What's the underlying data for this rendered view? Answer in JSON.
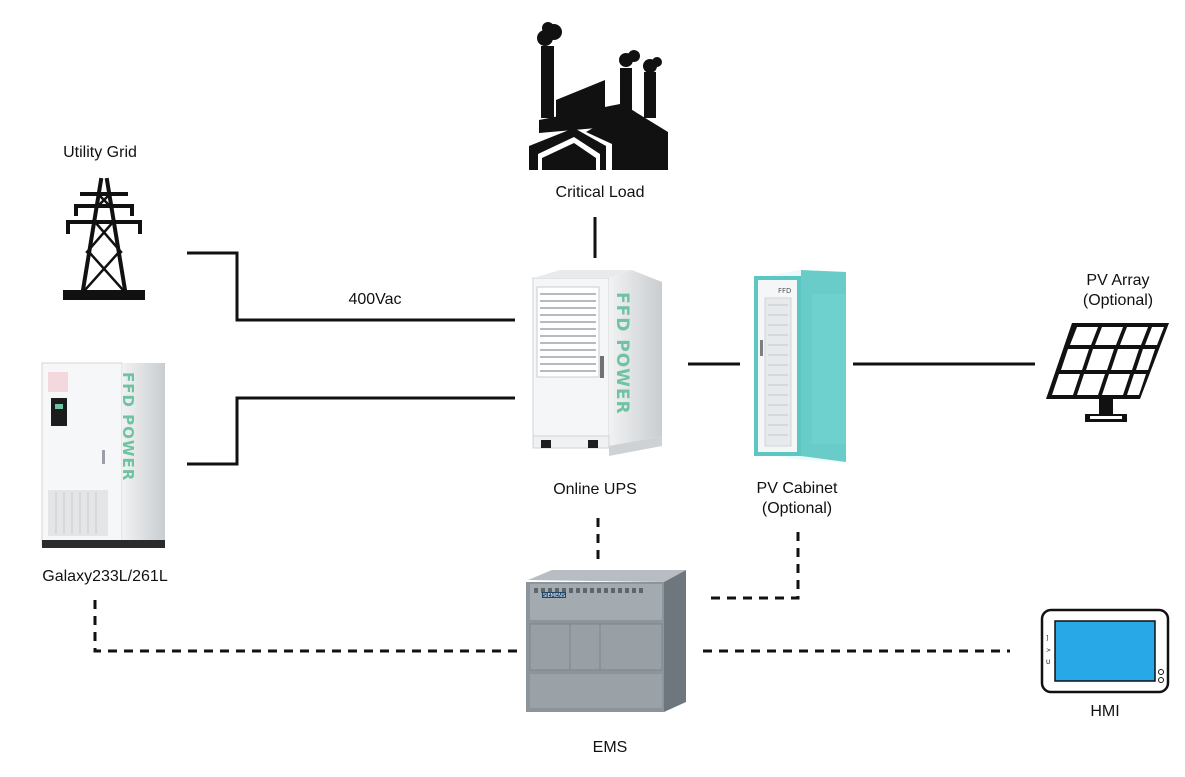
{
  "nodes": {
    "utility_grid": {
      "label": "Utility Grid"
    },
    "critical_load": {
      "label": "Critical Load"
    },
    "online_ups": {
      "label": "Online UPS",
      "brand": "FFD POWER"
    },
    "pv_cabinet": {
      "label_line1": "PV Cabinet",
      "label_line2": "(Optional)",
      "brand": "FFD"
    },
    "pv_array": {
      "label_line1": "PV Array",
      "label_line2": "(Optional)"
    },
    "battery": {
      "label": "Galaxy233L/261L",
      "brand": "FFD POWER"
    },
    "ems": {
      "label": "EMS",
      "brand": "SIEMENS"
    },
    "hmi": {
      "label": "HMI"
    }
  },
  "connections": {
    "power": [
      {
        "from": "utility_grid",
        "to": "online_ups",
        "label": "400Vac"
      },
      {
        "from": "battery",
        "to": "online_ups"
      },
      {
        "from": "online_ups",
        "to": "critical_load"
      },
      {
        "from": "online_ups",
        "to": "pv_cabinet"
      },
      {
        "from": "pv_cabinet",
        "to": "pv_array"
      }
    ],
    "communication": [
      {
        "from": "online_ups",
        "to": "ems"
      },
      {
        "from": "pv_cabinet",
        "to": "ems"
      },
      {
        "from": "battery",
        "to": "ems"
      },
      {
        "from": "ems",
        "to": "hmi"
      }
    ]
  },
  "colors": {
    "line": "#111111",
    "brand_green": "#6fc3a3",
    "pv_teal": "#5cc7c2",
    "hmi_screen": "#29a8e8",
    "ems_body": "#8d959c"
  }
}
